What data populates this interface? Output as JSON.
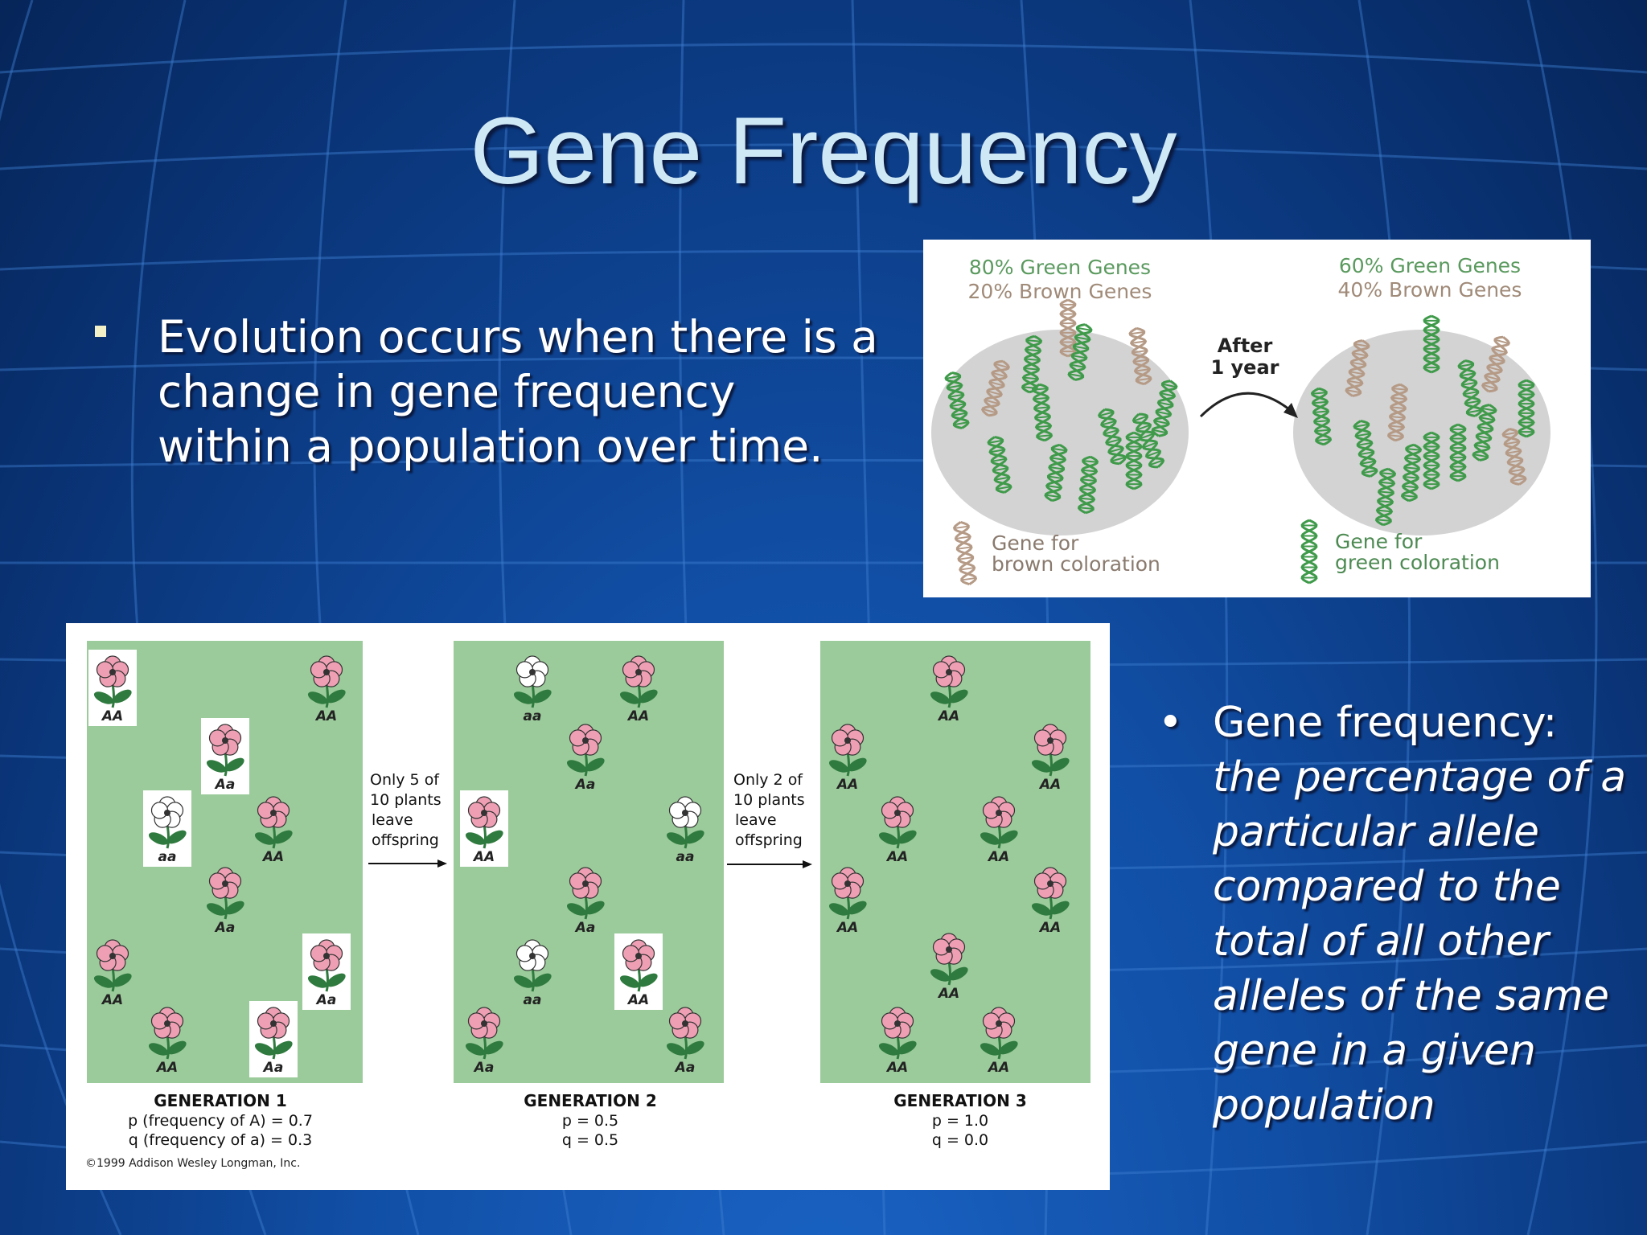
{
  "slide": {
    "title": "Gene Frequency",
    "bullet1": "Evolution occurs when there is a change in gene frequency within a population over time.",
    "bullet2_head": "Gene frequency:",
    "bullet2_def": "the percentage of a particular allele compared to the total of all other alleles of the same gene in a given population"
  },
  "dna_figure": {
    "left_line1": "80% Green Genes",
    "left_line2": "20% Brown Genes",
    "right_line1": "60% Green Genes",
    "right_line2": "40% Brown Genes",
    "arrow_line1": "After",
    "arrow_line2": "1 year",
    "legend_brown_1": "Gene for",
    "legend_brown_2": "brown coloration",
    "legend_green_1": "Gene for",
    "legend_green_2": "green coloration",
    "colors": {
      "green_gene": "#3f9a4a",
      "brown_gene": "#b59a86",
      "population": "#d3d3d3"
    }
  },
  "generations_figure": {
    "arrow1": [
      "Only 5 of",
      "10 plants",
      "leave",
      "offspring"
    ],
    "arrow2": [
      "Only 2 of",
      "10 plants",
      "leave",
      "offspring"
    ],
    "gen1": {
      "title": "GENERATION 1",
      "p_line": "p (frequency of A) = 0.7",
      "q_line": "q (frequency of a) = 0.3",
      "plants": [
        {
          "label": "AA",
          "color": "pink",
          "boxed": true
        },
        {
          "label": "AA",
          "color": "pink",
          "boxed": false
        },
        {
          "label": "Aa",
          "color": "pink",
          "boxed": true
        },
        {
          "label": "aa",
          "color": "white",
          "boxed": true
        },
        {
          "label": "AA",
          "color": "pink",
          "boxed": false
        },
        {
          "label": "Aa",
          "color": "pink",
          "boxed": false
        },
        {
          "label": "AA",
          "color": "pink",
          "boxed": false
        },
        {
          "label": "Aa",
          "color": "pink",
          "boxed": true
        },
        {
          "label": "AA",
          "color": "pink",
          "boxed": false
        },
        {
          "label": "Aa",
          "color": "pink",
          "boxed": true
        }
      ]
    },
    "gen2": {
      "title": "GENERATION 2",
      "p_line": "p = 0.5",
      "q_line": "q = 0.5",
      "plants": [
        {
          "label": "aa",
          "color": "white",
          "boxed": false
        },
        {
          "label": "AA",
          "color": "pink",
          "boxed": false
        },
        {
          "label": "Aa",
          "color": "pink",
          "boxed": false
        },
        {
          "label": "AA",
          "color": "pink",
          "boxed": true
        },
        {
          "label": "aa",
          "color": "white",
          "boxed": false
        },
        {
          "label": "Aa",
          "color": "pink",
          "boxed": false
        },
        {
          "label": "aa",
          "color": "white",
          "boxed": false
        },
        {
          "label": "AA",
          "color": "pink",
          "boxed": true
        },
        {
          "label": "Aa",
          "color": "pink",
          "boxed": false
        },
        {
          "label": "Aa",
          "color": "pink",
          "boxed": false
        }
      ]
    },
    "gen3": {
      "title": "GENERATION 3",
      "p_line": "p = 1.0",
      "q_line": "q = 0.0",
      "plants": [
        {
          "label": "AA",
          "color": "pink",
          "boxed": false
        },
        {
          "label": "AA",
          "color": "pink",
          "boxed": false
        },
        {
          "label": "AA",
          "color": "pink",
          "boxed": false
        },
        {
          "label": "AA",
          "color": "pink",
          "boxed": false
        },
        {
          "label": "AA",
          "color": "pink",
          "boxed": false
        },
        {
          "label": "AA",
          "color": "pink",
          "boxed": false
        },
        {
          "label": "AA",
          "color": "pink",
          "boxed": false
        },
        {
          "label": "AA",
          "color": "pink",
          "boxed": false
        },
        {
          "label": "AA",
          "color": "pink",
          "boxed": false
        },
        {
          "label": "AA",
          "color": "pink",
          "boxed": false
        }
      ]
    },
    "copyright": "©1999 Addison Wesley Longman, Inc.",
    "colors": {
      "field": "#9bcb9b",
      "petal_pink": "#ef9fb4",
      "petal_white": "#ffffff",
      "leaf": "#2f7a3e"
    }
  }
}
